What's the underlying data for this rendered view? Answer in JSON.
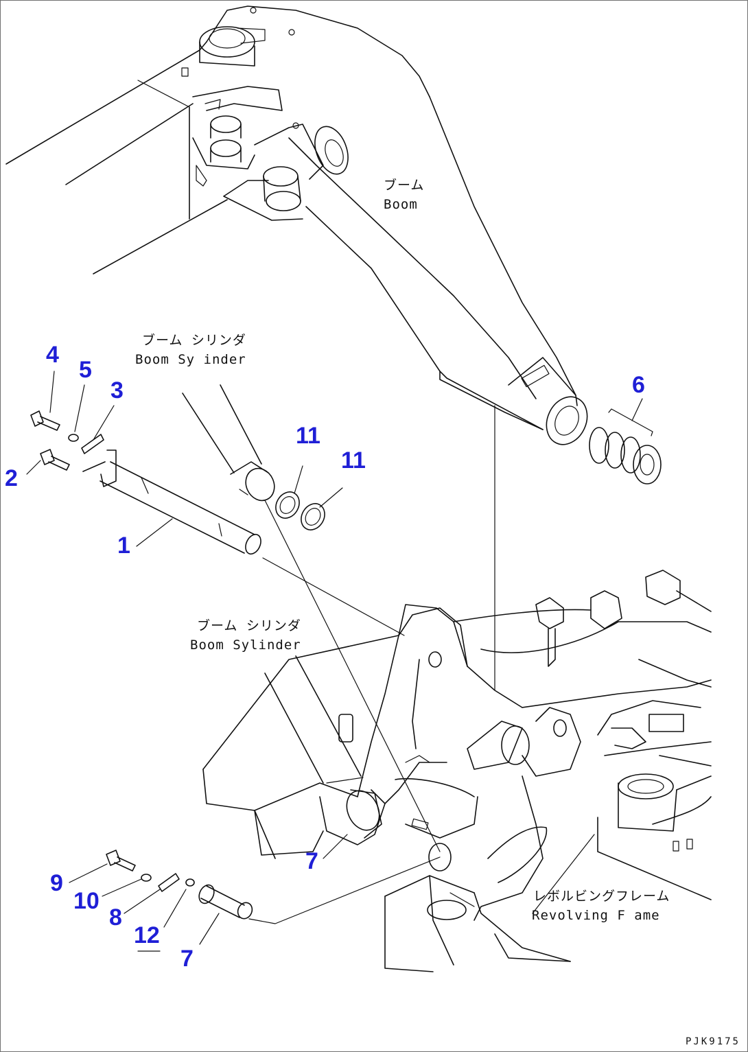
{
  "labels": {
    "boom_jp": "ブーム",
    "boom_en": "Boom",
    "boom_cylinder_upper_jp": "ブーム シリンダ",
    "boom_cylinder_upper_en": "Boom Sy inder",
    "boom_cylinder_lower_jp": "ブーム シリンダ",
    "boom_cylinder_lower_en": "Boom Sylinder",
    "revolving_frame_jp": "レボルビングフレーム",
    "revolving_frame_en": "Revolving F ame"
  },
  "callouts": {
    "c4": "4",
    "c5": "5",
    "c3": "3",
    "c2": "2",
    "c1": "1",
    "c6": "6",
    "c11a": "11",
    "c11b": "11",
    "c7a": "7",
    "c9": "9",
    "c10": "10",
    "c8": "8",
    "c12": "12",
    "c7b": "7"
  },
  "figure_code": "PJK9175",
  "colors": {
    "callout": "#1f1fd6",
    "ink": "#111111"
  }
}
